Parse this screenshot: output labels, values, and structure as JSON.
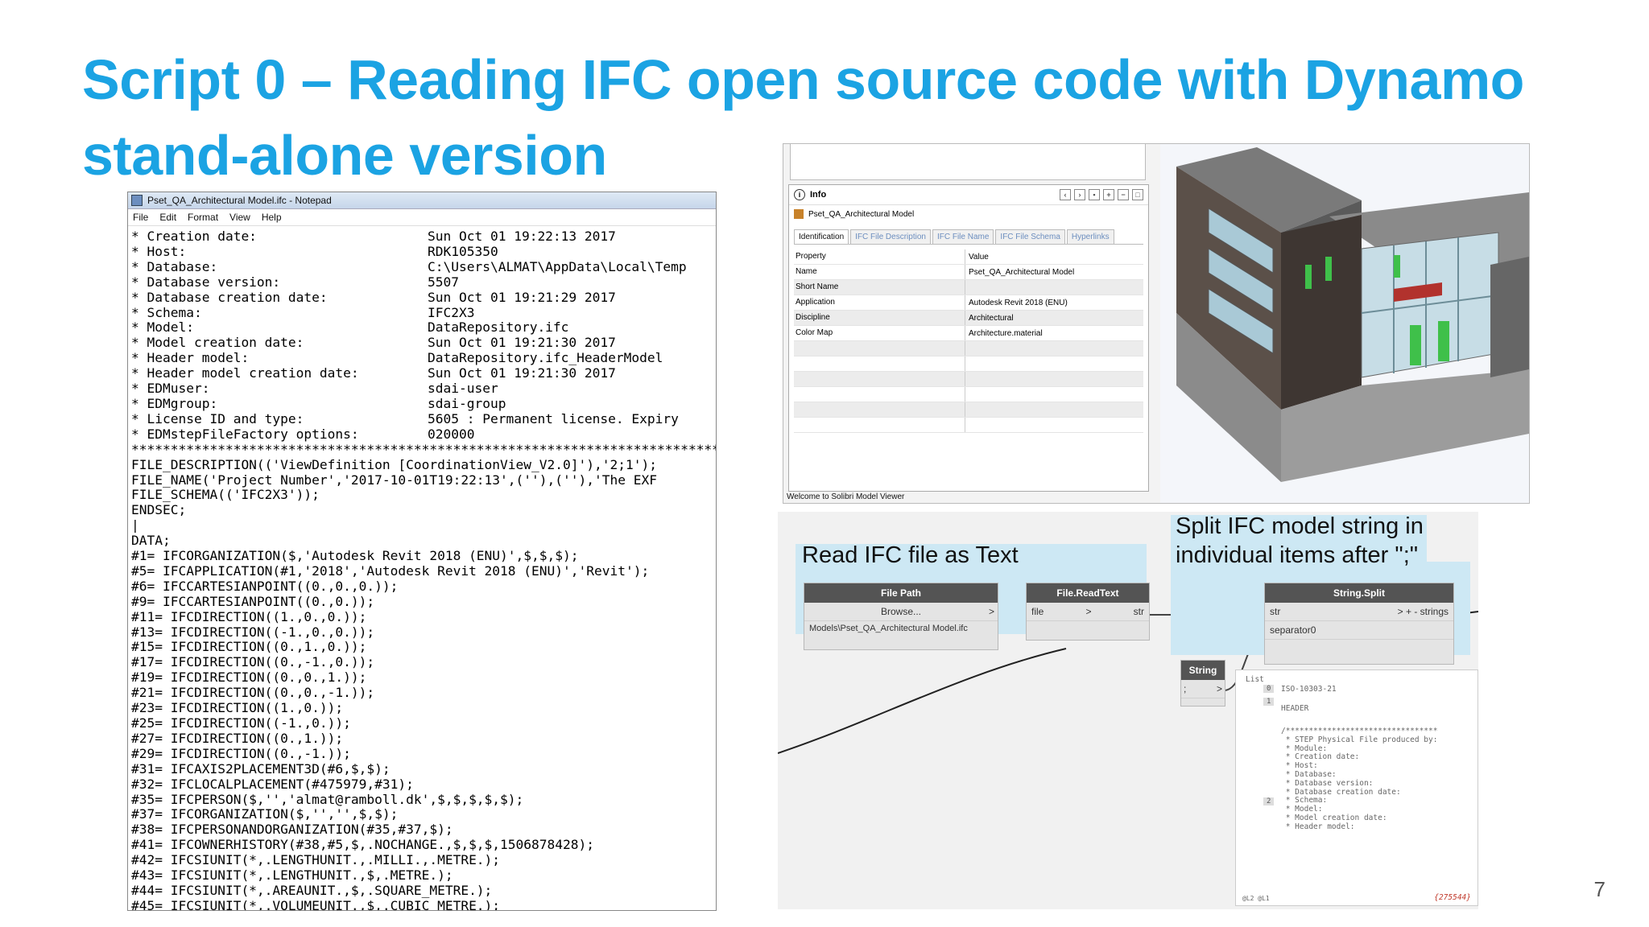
{
  "slide": {
    "title_line1": "Script 0 – Reading IFC open source code with Dynamo",
    "title_line2": "stand-alone version",
    "page_number": "7"
  },
  "notepad": {
    "title": "Pset_QA_Architectural Model.ifc - Notepad",
    "menu": [
      "File",
      "Edit",
      "Format",
      "View",
      "Help"
    ],
    "header_rows": [
      {
        "key": "* Creation date:",
        "value": "Sun Oct 01 19:22:13 2017"
      },
      {
        "key": "* Host:",
        "value": "RDK105350"
      },
      {
        "key": "* Database:",
        "value": "C:\\Users\\ALMAT\\AppData\\Local\\Temp"
      },
      {
        "key": "* Database version:",
        "value": "5507"
      },
      {
        "key": "* Database creation date:",
        "value": "Sun Oct 01 19:21:29 2017"
      },
      {
        "key": "* Schema:",
        "value": "IFC2X3"
      },
      {
        "key": "* Model:",
        "value": "DataRepository.ifc"
      },
      {
        "key": "* Model creation date:",
        "value": "Sun Oct 01 19:21:30 2017"
      },
      {
        "key": "* Header model:",
        "value": "DataRepository.ifc_HeaderModel"
      },
      {
        "key": "* Header model creation date:",
        "value": "Sun Oct 01 19:21:30 2017"
      },
      {
        "key": "* EDMuser:",
        "value": "sdai-user"
      },
      {
        "key": "* EDMgroup:",
        "value": "sdai-group"
      },
      {
        "key": "* License ID and type:",
        "value": "5605 : Permanent license. Expiry"
      },
      {
        "key": "* EDMstepFileFactory options:",
        "value": "020000"
      }
    ],
    "separator": "******************************************************************************",
    "body_lines": [
      "FILE_DESCRIPTION(('ViewDefinition [CoordinationView_V2.0]'),'2;1');",
      "FILE_NAME('Project Number','2017-10-01T19:22:13',(''),(''),'The EXF",
      "FILE_SCHEMA(('IFC2X3'));",
      "ENDSEC;",
      "|",
      "DATA;",
      "#1= IFCORGANIZATION($,'Autodesk Revit 2018 (ENU)',$,$,$);",
      "#5= IFCAPPLICATION(#1,'2018','Autodesk Revit 2018 (ENU)','Revit');",
      "#6= IFCCARTESIANPOINT((0.,0.,0.));",
      "#9= IFCCARTESIANPOINT((0.,0.));",
      "#11= IFCDIRECTION((1.,0.,0.));",
      "#13= IFCDIRECTION((-1.,0.,0.));",
      "#15= IFCDIRECTION((0.,1.,0.));",
      "#17= IFCDIRECTION((0.,-1.,0.));",
      "#19= IFCDIRECTION((0.,0.,1.));",
      "#21= IFCDIRECTION((0.,0.,-1.));",
      "#23= IFCDIRECTION((1.,0.));",
      "#25= IFCDIRECTION((-1.,0.));",
      "#27= IFCDIRECTION((0.,1.));",
      "#29= IFCDIRECTION((0.,-1.));",
      "#31= IFCAXIS2PLACEMENT3D(#6,$,$);",
      "#32= IFCLOCALPLACEMENT(#475979,#31);",
      "#35= IFCPERSON($,'','almat@ramboll.dk',$,$,$,$,$);",
      "#37= IFCORGANIZATION($,'','',$,$);",
      "#38= IFCPERSONANDORGANIZATION(#35,#37,$);",
      "#41= IFCOWNERHISTORY(#38,#5,$,.NOCHANGE.,$,$,$,1506878428);",
      "#42= IFCSIUNIT(*,.LENGTHUNIT.,.MILLI.,.METRE.);",
      "#43= IFCSIUNIT(*,.LENGTHUNIT.,$,.METRE.);",
      "#44= IFCSIUNIT(*,.AREAUNIT.,$,.SQUARE_METRE.);",
      "#45= IFCSIUNIT(*,.VOLUMEUNIT.,$,.CUBIC_METRE.);"
    ]
  },
  "solibri": {
    "info_title": "Info",
    "object_name": "Pset_QA_Architectural Model",
    "tabs": [
      "Identification",
      "IFC File Description",
      "IFC File Name",
      "IFC File Schema",
      "Hyperlinks"
    ],
    "col_property": "Property",
    "col_value": "Value",
    "rows": [
      {
        "k": "Name",
        "v": "Pset_QA_Architectural Model"
      },
      {
        "k": "Short Name",
        "v": ""
      },
      {
        "k": "Application",
        "v": "Autodesk Revit 2018 (ENU)"
      },
      {
        "k": "Discipline",
        "v": "Architectural"
      },
      {
        "k": "Color Map",
        "v": "Architecture.material"
      }
    ],
    "status": "Welcome to Solibri Model Viewer"
  },
  "dynamo": {
    "group1_title": "Read IFC file as Text",
    "group2_title_line1": "Split IFC model string in",
    "group2_title_line2": "individual items after \";\"",
    "file_path": {
      "title": "File Path",
      "button": "Browse...",
      "arrow": ">",
      "value": "Models\\Pset_QA_Architectural Model.ifc"
    },
    "read_text": {
      "title": "File.ReadText",
      "in": "file",
      "out": "str",
      "chev": ">"
    },
    "string_split": {
      "title": "String.Split",
      "in1": "str",
      "in2": "separator0",
      "plus": "+",
      "minus": "-",
      "out": "strings",
      "chev": ">"
    },
    "string_node": {
      "title": "String",
      "value": ";",
      "arrow": ">"
    },
    "preview": {
      "header": "List",
      "idx0": "0",
      "item0": "ISO-10303-21",
      "idx1": "1",
      "item1": "HEADER",
      "idx2": "2",
      "lines": [
        "/*********************************",
        " * STEP Physical File produced by:",
        " * Module:",
        " * Creation date:",
        " * Host:",
        " * Database:",
        " * Database version:",
        " * Database creation date:",
        " * Schema:",
        " * Model:",
        " * Model creation date:",
        " * Header model:"
      ],
      "footer_left": "@L2 @L1",
      "count": "{275544}"
    }
  }
}
